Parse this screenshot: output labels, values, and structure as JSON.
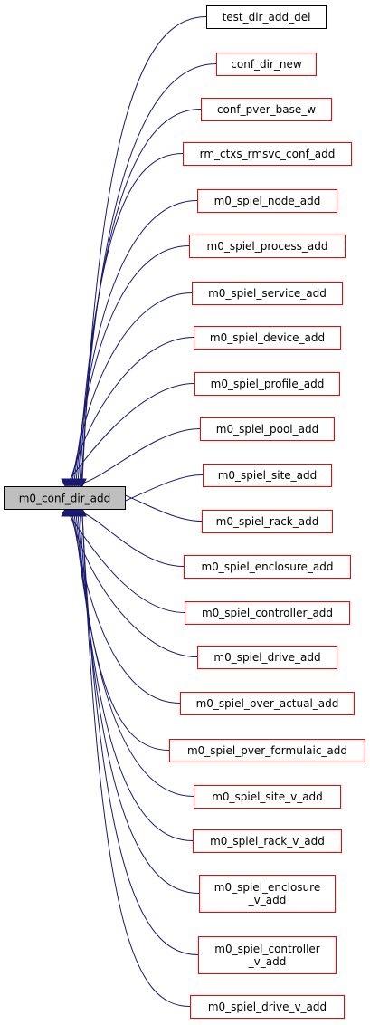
{
  "graph": {
    "center": {
      "label": "m0_conf_dir_add"
    },
    "callers": [
      {
        "lines": [
          "test_dir_add_del"
        ],
        "border": "black"
      },
      {
        "lines": [
          "conf_dir_new"
        ],
        "border": "red"
      },
      {
        "lines": [
          "conf_pver_base_w"
        ],
        "border": "red"
      },
      {
        "lines": [
          "rm_ctxs_rmsvc_conf_add"
        ],
        "border": "red"
      },
      {
        "lines": [
          "m0_spiel_node_add"
        ],
        "border": "red"
      },
      {
        "lines": [
          "m0_spiel_process_add"
        ],
        "border": "red"
      },
      {
        "lines": [
          "m0_spiel_service_add"
        ],
        "border": "red"
      },
      {
        "lines": [
          "m0_spiel_device_add"
        ],
        "border": "red"
      },
      {
        "lines": [
          "m0_spiel_profile_add"
        ],
        "border": "red"
      },
      {
        "lines": [
          "m0_spiel_pool_add"
        ],
        "border": "red"
      },
      {
        "lines": [
          "m0_spiel_site_add"
        ],
        "border": "red"
      },
      {
        "lines": [
          "m0_spiel_rack_add"
        ],
        "border": "red"
      },
      {
        "lines": [
          "m0_spiel_enclosure_add"
        ],
        "border": "red"
      },
      {
        "lines": [
          "m0_spiel_controller_add"
        ],
        "border": "red"
      },
      {
        "lines": [
          "m0_spiel_drive_add"
        ],
        "border": "red"
      },
      {
        "lines": [
          "m0_spiel_pver_actual_add"
        ],
        "border": "red"
      },
      {
        "lines": [
          "m0_spiel_pver_formulaic_add"
        ],
        "border": "red"
      },
      {
        "lines": [
          "m0_spiel_site_v_add"
        ],
        "border": "red"
      },
      {
        "lines": [
          "m0_spiel_rack_v_add"
        ],
        "border": "red"
      },
      {
        "lines": [
          "m0_spiel_enclosure",
          "_v_add"
        ],
        "border": "red"
      },
      {
        "lines": [
          "m0_spiel_controller",
          "_v_add"
        ],
        "border": "red"
      },
      {
        "lines": [
          "m0_spiel_drive_v_add"
        ],
        "border": "red"
      }
    ]
  }
}
